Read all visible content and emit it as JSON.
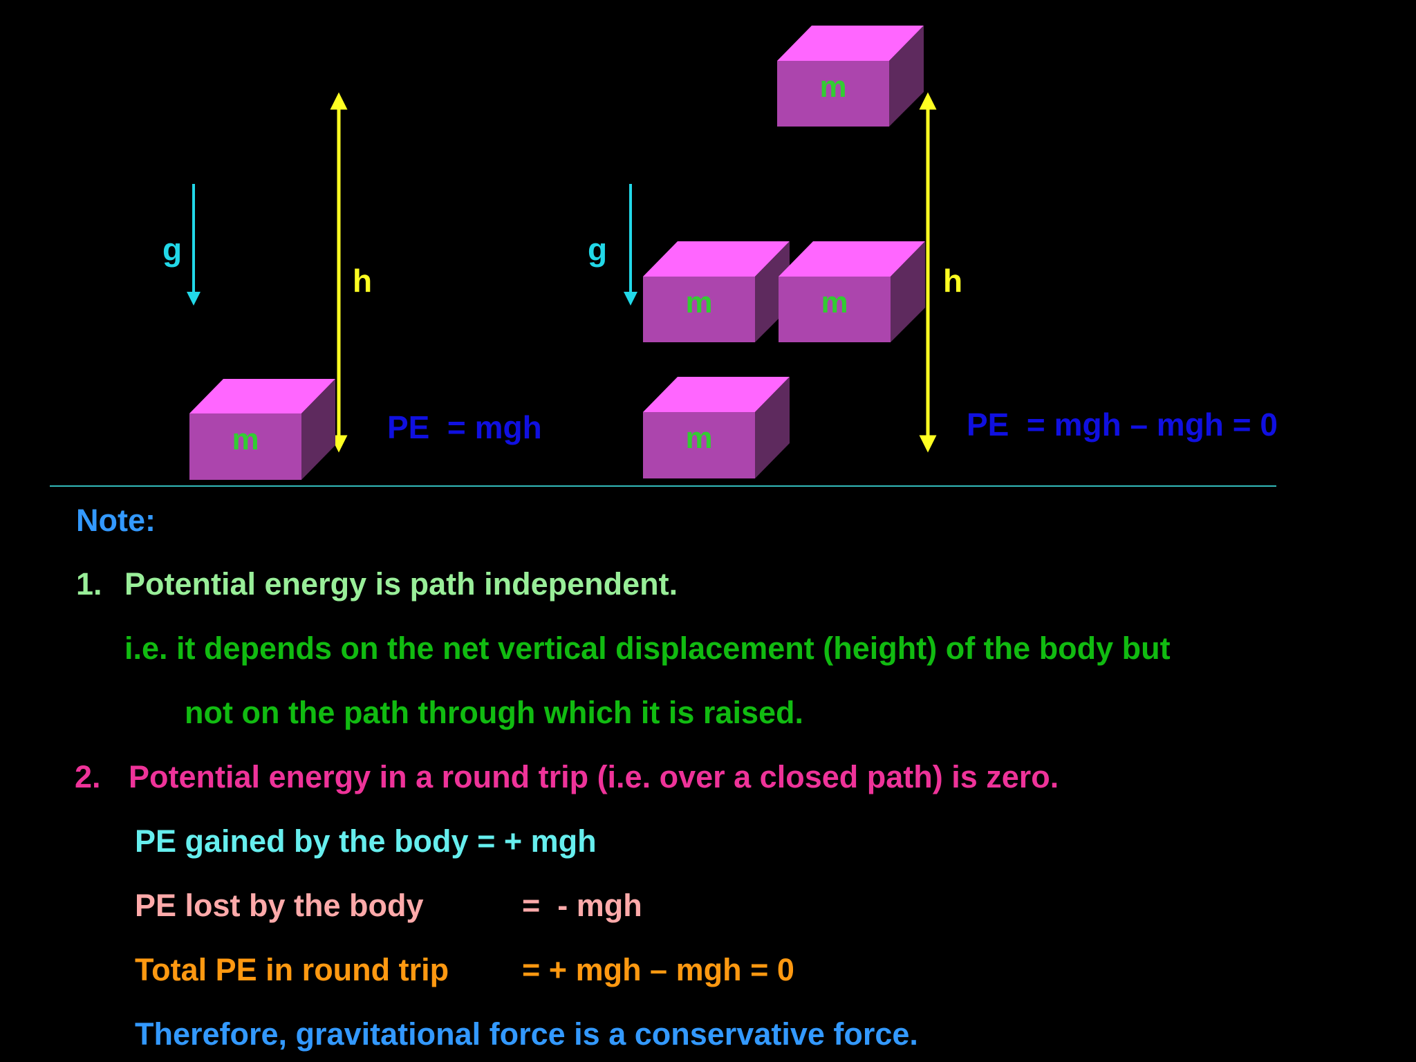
{
  "diagram": {
    "left": {
      "gravity_label": "g",
      "height_label": "h",
      "mass_label": "m",
      "pe_equation": "PE  = mgh"
    },
    "right": {
      "gravity_label": "g",
      "height_label": "h",
      "mass_labels": [
        "m",
        "m",
        "m",
        "m"
      ],
      "pe_equation": "PE  = mgh – mgh = 0"
    }
  },
  "notes": {
    "heading": "Note:",
    "point1_number": "1.",
    "point1": "Potential energy is path independent.",
    "point1_detail_a": "i.e. it depends on the net vertical displacement (height) of the body but",
    "point1_detail_b": "not on the path through which it is raised.",
    "point2_number": "2.",
    "point2": "Potential energy in a round trip (i.e. over a closed path) is zero.",
    "gained_label": "PE gained by the body",
    "gained_value": "= + mgh",
    "lost_label": "PE lost by the body",
    "lost_value": "=  - mgh",
    "total_label": "Total PE in round trip",
    "total_value": "= + mgh – mgh = 0",
    "conclusion": "Therefore, gravitational force is a conservative force."
  },
  "colors": {
    "background": "#000000",
    "box_front": "#ac45ad",
    "box_top": "#ff66ff",
    "box_side": "#5e2a5e",
    "mass_text": "#33cc33",
    "gravity": "#22d8e8",
    "height": "#ffff22",
    "pe_blue": "#1010e0",
    "divider": "#33bbbb",
    "heading": "#3399ff",
    "point1": "#99ee99",
    "point1_detail": "#11bb11",
    "point2": "#ee3399",
    "gained": "#66eeee",
    "lost": "#ffaaaa",
    "total": "#ff9911",
    "conclusion": "#3399ff"
  }
}
